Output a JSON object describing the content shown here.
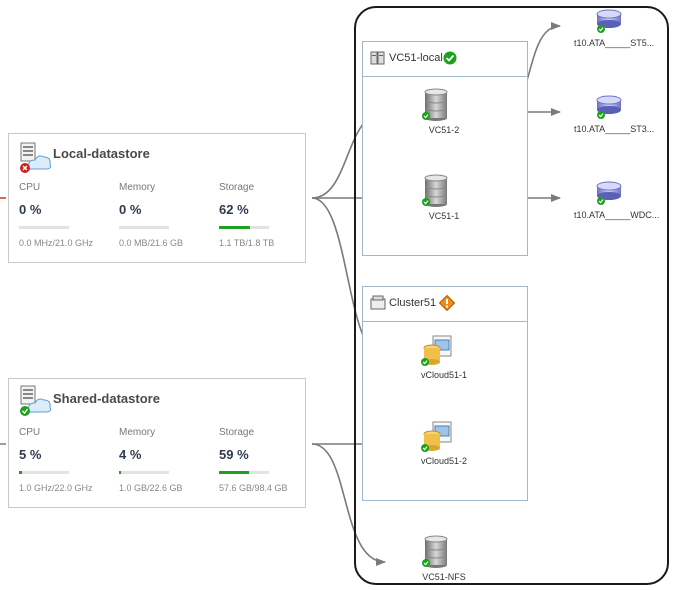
{
  "datastores": [
    {
      "name": "Local-datastore",
      "status": "error",
      "metrics": [
        {
          "label": "CPU",
          "value": "0 %",
          "detail": "0.0 MHz/21.0 GHz",
          "fill": 0
        },
        {
          "label": "Memory",
          "value": "0 %",
          "detail": "0.0 MB/21.6 GB",
          "fill": 0
        },
        {
          "label": "Storage",
          "value": "62 %",
          "detail": "1.1 TB/1.8 TB",
          "fill": 0.62
        }
      ]
    },
    {
      "name": "Shared-datastore",
      "status": "ok",
      "metrics": [
        {
          "label": "CPU",
          "value": "5 %",
          "detail": "1.0 GHz/22.0 GHz",
          "fill": 0.05
        },
        {
          "label": "Memory",
          "value": "4 %",
          "detail": "1.0 GB/22.6 GB",
          "fill": 0.04
        },
        {
          "label": "Storage",
          "value": "59 %",
          "detail": "57.6 GB/98.4 GB",
          "fill": 0.59
        }
      ]
    }
  ],
  "groups": [
    {
      "title": "VC51-local",
      "status": "ok"
    },
    {
      "title": "Cluster51",
      "status": "warning"
    }
  ],
  "hosts": [
    {
      "label": "VC51-2",
      "icon": "server-icon"
    },
    {
      "label": "VC51-1",
      "icon": "server-icon"
    },
    {
      "label": "vCloud51-1",
      "icon": "vapp-icon"
    },
    {
      "label": "vCloud51-2",
      "icon": "vapp-icon"
    },
    {
      "label": "VC51-NFS",
      "icon": "server-icon"
    }
  ],
  "disks": [
    {
      "label": "t10.ATA_____ST5..."
    },
    {
      "label": "t10.ATA_____ST3..."
    },
    {
      "label": "t10.ATA_____WDC..."
    }
  ],
  "colors": {
    "accent_green": "#1ea01e",
    "connector": "#7a7a7a",
    "error": "#d02020",
    "warning": "#e07a10"
  }
}
